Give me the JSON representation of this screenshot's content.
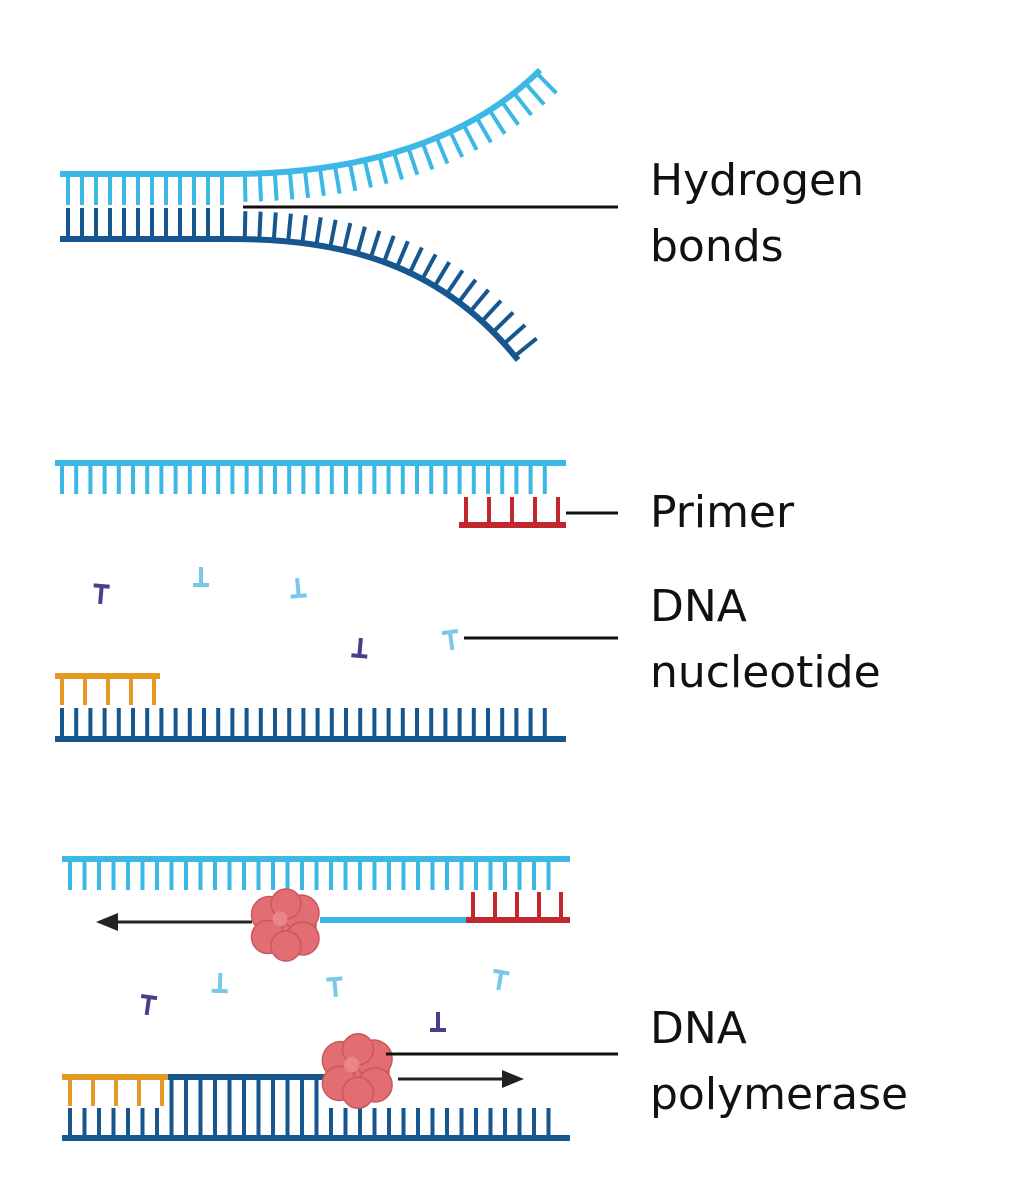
{
  "labels": {
    "hydrogen_bonds": {
      "line1": "Hydrogen",
      "line2": "bonds"
    },
    "primer": {
      "line1": "Primer"
    },
    "dna_nucleotide": {
      "line1": "DNA",
      "line2": "nucleotide"
    },
    "dna_polymerase": {
      "line1": "DNA",
      "line2": "polymerase"
    }
  },
  "colors": {
    "strand_light": "#3cb8e6",
    "strand_dark": "#16578f",
    "primer_red": "#c1272d",
    "primer_orange": "#e59a24",
    "polymerase": "#e26d72",
    "nucleotide_purple": "#4b3d8c",
    "nucleotide_light": "#7cc7e8",
    "leader_line": "#111111",
    "arrow": "#222222"
  }
}
